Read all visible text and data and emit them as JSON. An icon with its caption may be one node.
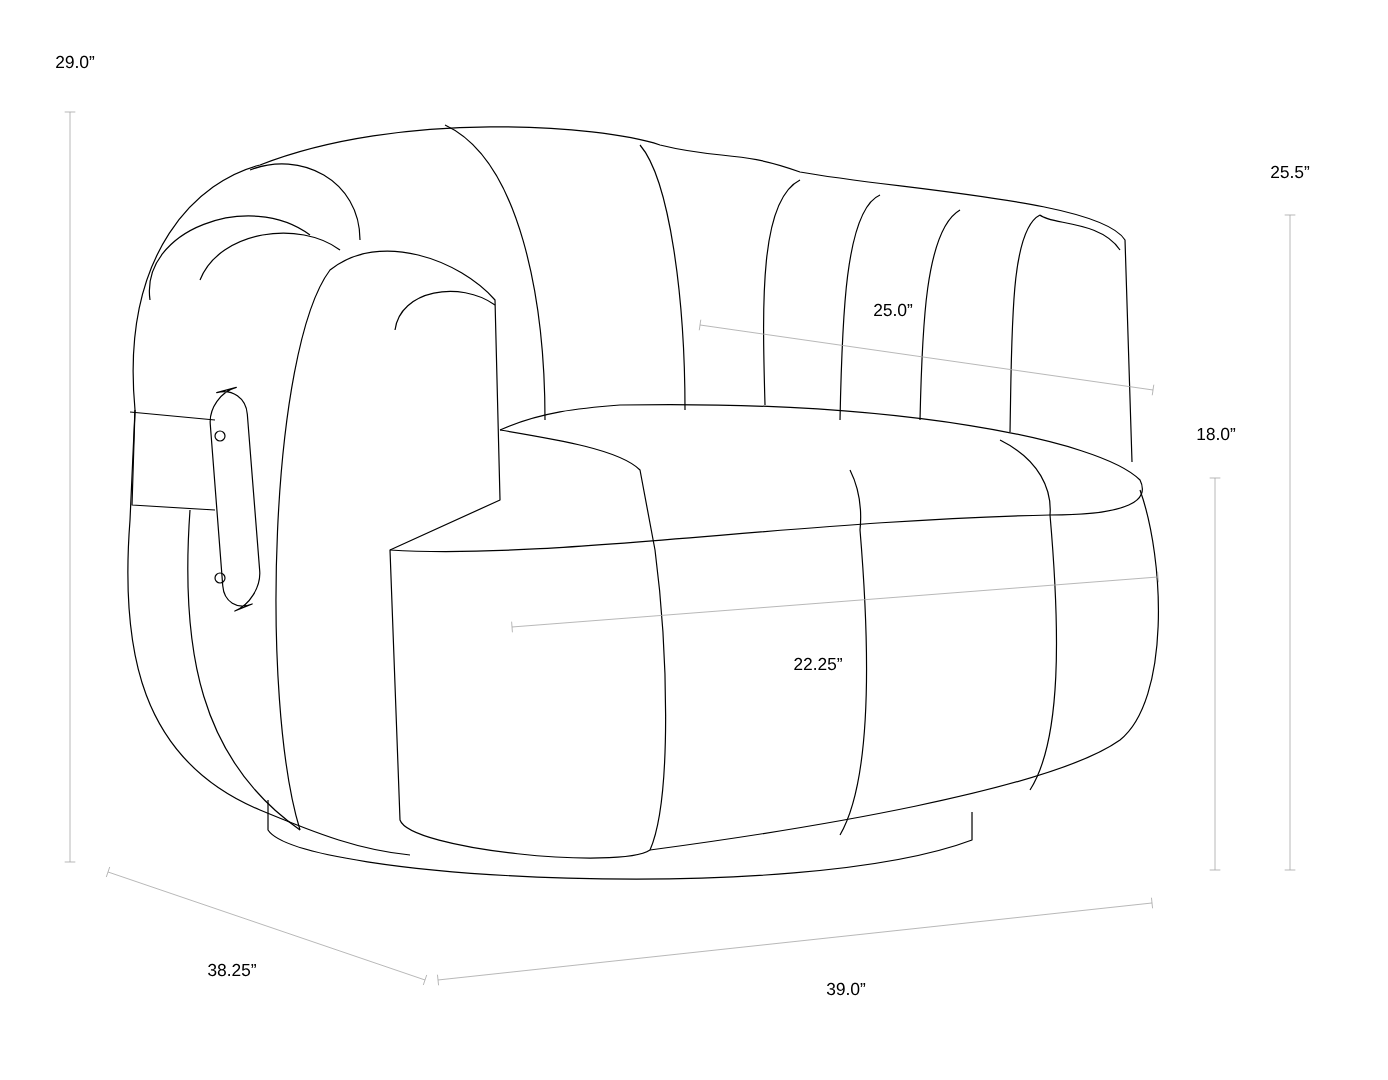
{
  "diagram": {
    "labels": [
      "29.0”",
      "25.5”",
      "25.0”",
      "18.0”",
      "22.25”",
      "38.25”",
      "39.0”"
    ]
  }
}
